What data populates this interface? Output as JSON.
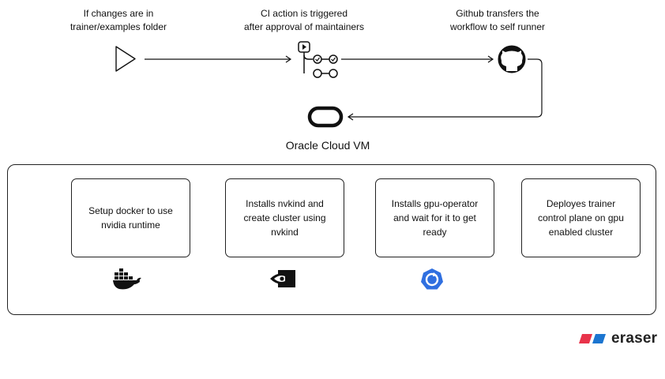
{
  "flow": {
    "trigger_caption": "If changes are in\ntrainer/examples folder",
    "ci_caption": "CI action is triggered\nafter approval of maintainers",
    "github_caption": "Github transfers the\nworkflow to self runner"
  },
  "vm": {
    "title": "Oracle Cloud VM",
    "steps": [
      {
        "label": "Setup docker to use\nnvidia runtime",
        "icon": "docker-icon"
      },
      {
        "label": "Installs nvkind and\ncreate cluster using\nnvkind",
        "icon": "nvidia-icon"
      },
      {
        "label": "Installs gpu-operator\nand wait for it to get\nready",
        "icon": "gpu-operator-icon"
      },
      {
        "label": "Deployes trainer\ncontrol plane on gpu\nenabled cluster",
        "icon": ""
      }
    ]
  },
  "brand": {
    "name": "eraser",
    "colors": [
      "#e8334a",
      "#1b75d0"
    ]
  },
  "colors": {
    "line": "#111111",
    "gpu_operator": "#2f6fe0"
  }
}
